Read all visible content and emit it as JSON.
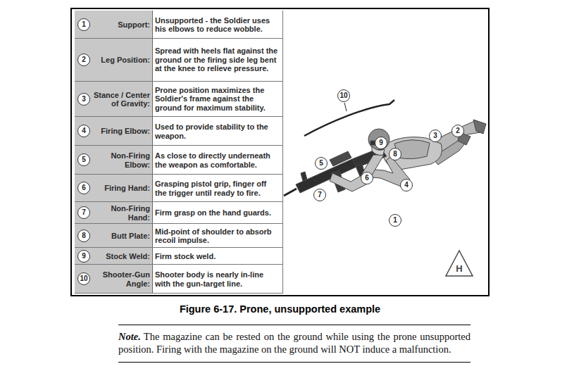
{
  "diagram": {
    "caption": "Figure 6-17. Prone, unsupported example",
    "nodes": [
      {
        "text": [
          "Support:",
          "Unsupported - the Soldier uses his elbows to reduce wobble."
        ]
      },
      {
        "text": [
          "1"
        ],
        "in": 0
      },
      {
        "text": [
          "Leg Position:",
          "Spread with heels flat against the ground or the firing side leg bent at the knee to relieve pressure."
        ]
      },
      {
        "text": [
          "2"
        ],
        "in": 2
      },
      {
        "text": [
          "Stance / Center of Gravity:",
          "Prone position maximizes the Soldier's frame against the ground for maximum stability."
        ]
      },
      {
        "text": [
          "3"
        ],
        "in": 4
      },
      {
        "text": [
          "Firing Elbow:",
          "Used to provide stability to the weapon."
        ]
      },
      {
        "text": [
          "4"
        ],
        "in": 6
      },
      {
        "text": [
          "Non-Firing Elbow:",
          "As close to directly underneath the weapon as comfortable."
        ]
      },
      {
        "text": [
          "5"
        ],
        "in": 8
      },
      {
        "text": [
          "Firing Hand:",
          "Grasping pistol grip, finger off the trigger until ready to fire."
        ]
      },
      {
        "text": [
          "6"
        ],
        "in": 10
      },
      {
        "text": [
          "Non-Firing Hand:",
          "Firm grasp on the hand guards."
        ]
      },
      {
        "text": [
          "7"
        ],
        "in": 12
      },
      {
        "text": [
          "Butt Plate:",
          "Mid-point of shoulder to absorb recoil impulse."
        ]
      },
      {
        "text": [
          "8"
        ],
        "in": 14
      },
      {
        "text": [
          "Stock Weld:",
          "Firm stock weld."
        ]
      },
      {
        "text": [
          "9"
        ],
        "in": 16
      },
      {
        "text": [
          "Shooter-Gun Angle:",
          "Shooter body is nearly in-line with the gun-target line."
        ]
      },
      {
        "text": [
          "10"
        ],
        "in": 18
      },
      {
        "text": [
          "1"
        ]
      },
      {
        "text": [
          "2"
        ]
      },
      {
        "text": [
          "3"
        ]
      },
      {
        "text": [
          "4"
        ]
      },
      {
        "text": [
          "5"
        ]
      },
      {
        "text": [
          "6"
        ]
      },
      {
        "text": [
          "7"
        ]
      },
      {
        "text": [
          "8"
        ]
      },
      {
        "text": [
          "9"
        ]
      },
      {
        "text": [
          "10"
        ]
      },
      {
        "text": [
          "H"
        ]
      },
      {
        "text": [
          "Note.",
          "The magazine can be rested on the ground while using the prone unsupported position. Firing with the magazine on the ground will NOT induce a malfunction."
        ]
      }
    ]
  }
}
